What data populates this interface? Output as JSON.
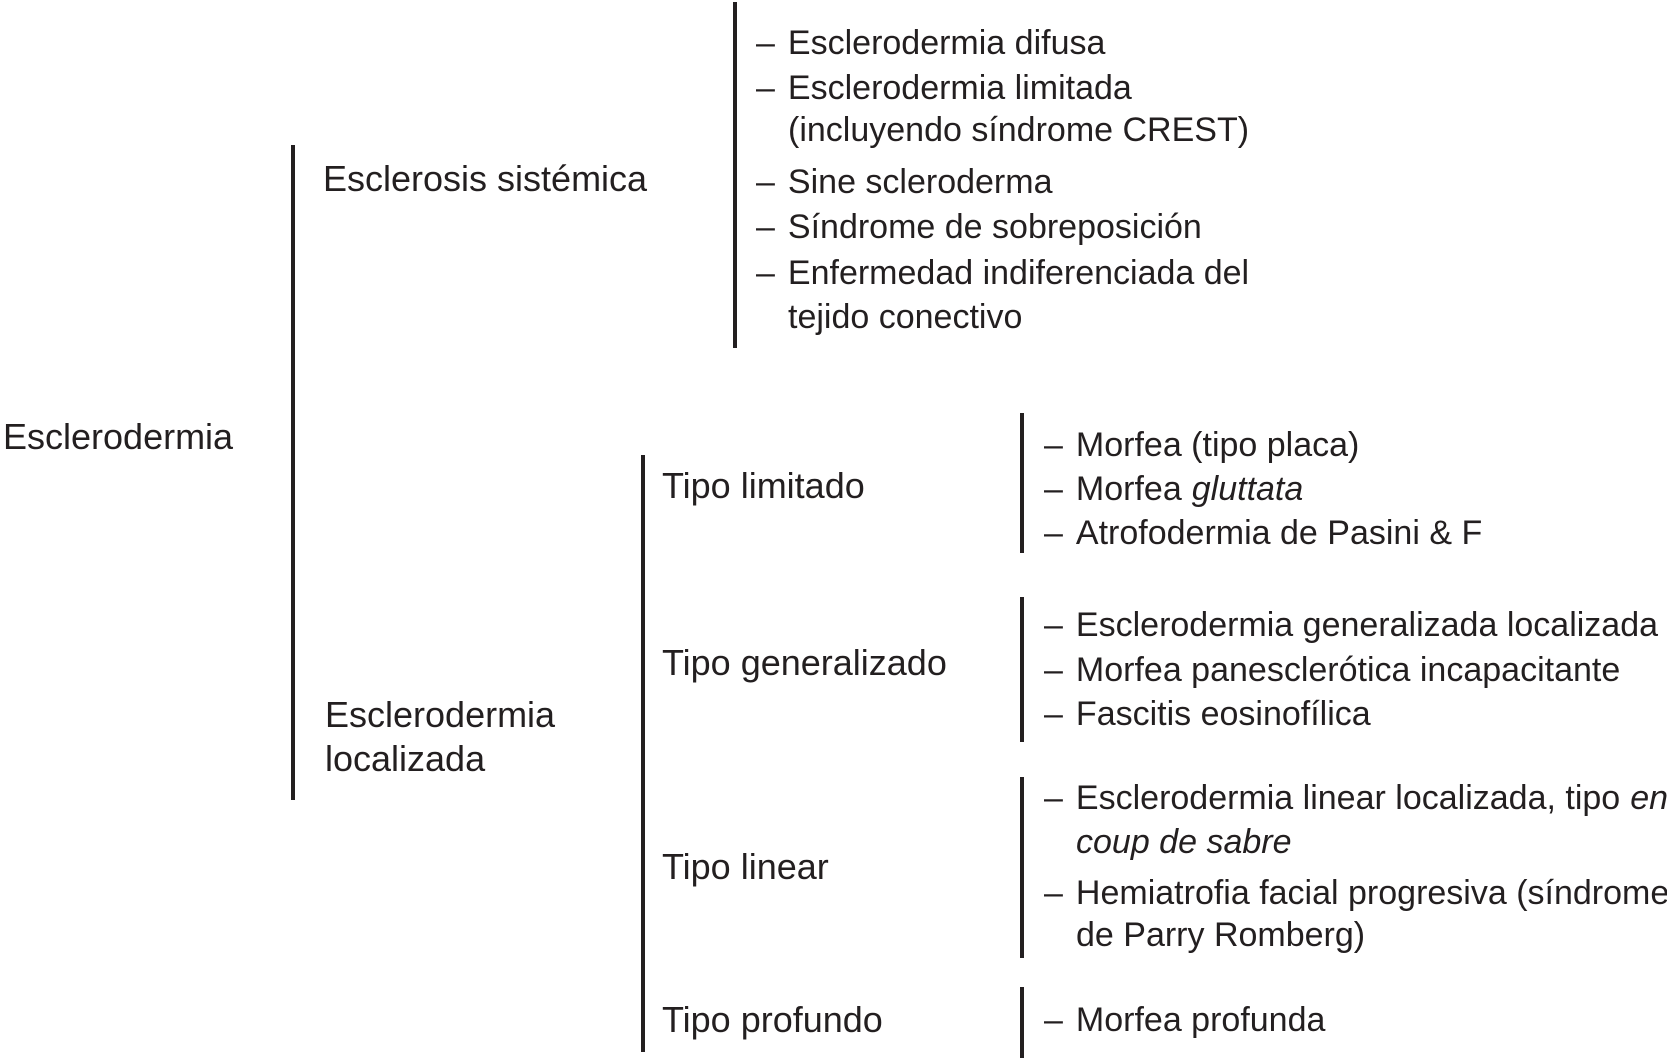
{
  "ui": {
    "dash": "–",
    "ink_color": "#231f20",
    "background_color": "#ffffff"
  },
  "tree": {
    "root_label": "Esclerodermia",
    "systemic": {
      "label": "Esclerosis sistémica",
      "items": {
        "difusa": "Esclerodermia difusa",
        "limitada_l1": "Esclerodermia limitada",
        "limitada_l2": "(incluyendo síndrome CREST)",
        "sine": "Sine scleroderma",
        "sobreposicion": "Síndrome de sobreposición",
        "indiferenciada_l1": "Enfermedad indiferenciada del",
        "indiferenciada_l2": "tejido conectivo"
      }
    },
    "localizada": {
      "label_l1": "Esclerodermia",
      "label_l2": "localizada",
      "groups": {
        "limitado": {
          "label": "Tipo limitado",
          "items": {
            "placa": "Morfea (tipo placa)",
            "gluttata_prefix": "Morfea",
            "gluttata_italic": "gluttata",
            "atrofodermia": "Atrofodermia de Pasini & F"
          }
        },
        "generalizado": {
          "label": "Tipo generalizado",
          "items": {
            "generalizada": "Esclerodermia generalizada localizada",
            "panesclerotica": "Morfea panesclerótica incapacitante",
            "fascitis": "Fascitis eosinofílica"
          }
        },
        "linear": {
          "label": "Tipo linear",
          "items": {
            "linear_l1_prefix": "Esclerodermia linear localizada, tipo",
            "linear_l1_italic": "en",
            "linear_l2_italic": "coup de sabre",
            "hemiatrofia_l1": "Hemiatrofia facial progresiva (síndrome",
            "hemiatrofia_l2": "de Parry Romberg)"
          }
        },
        "profundo": {
          "label": "Tipo profundo",
          "items": {
            "morfea_profunda": "Morfea profunda"
          }
        }
      }
    }
  }
}
